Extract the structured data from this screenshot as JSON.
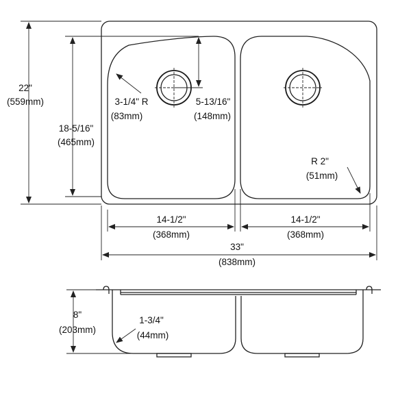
{
  "dimensions": {
    "overall_depth": {
      "imperial": "22\"",
      "metric": "(559mm)"
    },
    "bowl_depth": {
      "imperial": "18-5/16\"",
      "metric": "(465mm)"
    },
    "corner_radius_left": {
      "imperial": "3-1/4\" R",
      "metric": "(83mm)"
    },
    "drain_offset": {
      "imperial": "5-13/16\"",
      "metric": "(148mm)"
    },
    "corner_radius_right": {
      "imperial": "R 2\"",
      "metric": "(51mm)"
    },
    "left_bowl_width": {
      "imperial": "14-1/2\"",
      "metric": "(368mm)"
    },
    "right_bowl_width": {
      "imperial": "14-1/2\"",
      "metric": "(368mm)"
    },
    "overall_width": {
      "imperial": "33\"",
      "metric": "(838mm)"
    },
    "sink_height": {
      "imperial": "8\"",
      "metric": "(203mm)"
    },
    "bottom_radius": {
      "imperial": "1-3/4\"",
      "metric": "(44mm)"
    }
  }
}
